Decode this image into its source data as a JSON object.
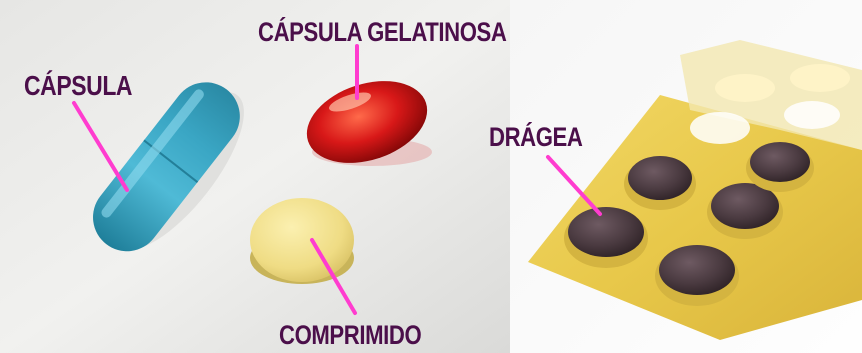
{
  "labels": {
    "gel_capsule": "CÁPSULA GELATINOSA",
    "capsule": "CÁPSULA",
    "dragee": "DRÁGEA",
    "tablet": "COMPRIMIDO"
  },
  "colors": {
    "label_text": "#4b0f4a",
    "pointer_line": "#ff3ccf",
    "capsule": "#3aa6c4",
    "gel_capsule": "#d81818",
    "tablet": "#f1e08a",
    "dragee": "#4a3a40",
    "blister": "#e8c84a"
  }
}
